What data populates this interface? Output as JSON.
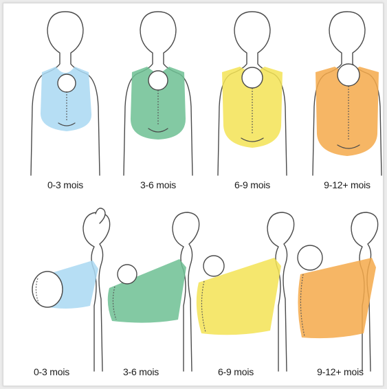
{
  "colors": {
    "stage_0_3": "#a9d8f2",
    "stage_3_6": "#6dbf93",
    "stage_6_9": "#f3e355",
    "stage_9_12": "#f5a94a",
    "outline": "#4a4a4a"
  },
  "back_view": {
    "labels": [
      "0-3 mois",
      "3-6 mois",
      "6-9 mois",
      "9-12+ mois"
    ]
  },
  "side_view": {
    "labels": [
      "0-3 mois",
      "3-6 mois",
      "6-9 mois",
      "9-12+ mois"
    ]
  }
}
